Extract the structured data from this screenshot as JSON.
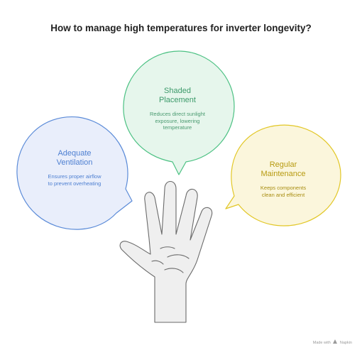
{
  "title": "How to manage high temperatures for inverter longevity?",
  "bubbles": [
    {
      "id": "ventilation",
      "title_line1": "Adequate",
      "title_line2": "Ventilation",
      "desc_line1": "Ensures proper airflow",
      "desc_line2": "to prevent overheating",
      "desc_line3": "",
      "fill": "#e9eefb",
      "stroke": "#5b8bd8"
    },
    {
      "id": "shaded",
      "title_line1": "Shaded",
      "title_line2": "Placement",
      "desc_line1": "Reduces direct sunlight",
      "desc_line2": "exposure, lowering",
      "desc_line3": "temperature",
      "fill": "#e6f6ec",
      "stroke": "#4cc183"
    },
    {
      "id": "maintenance",
      "title_line1": "Regular",
      "title_line2": "Maintenance",
      "desc_line1": "Keeps components",
      "desc_line2": "clean and efficient",
      "desc_line3": "",
      "fill": "#fbf6dc",
      "stroke": "#e2c727"
    }
  ],
  "footer": {
    "prefix": "Made with",
    "brand": "Napkin"
  },
  "icons": [
    "hand-icon",
    "napkin-icon"
  ]
}
